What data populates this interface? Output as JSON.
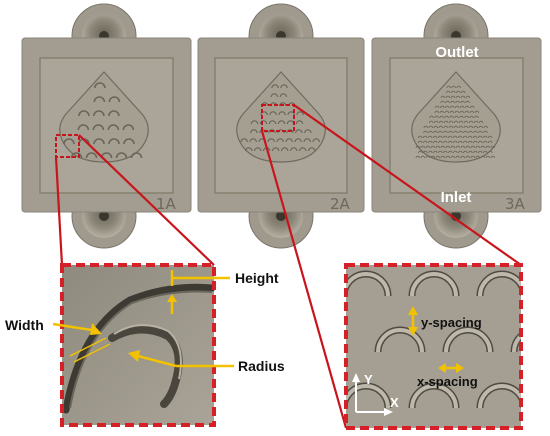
{
  "panels": [
    {
      "label": "1A"
    },
    {
      "label": "2A"
    },
    {
      "label": "3A"
    }
  ],
  "annotations": {
    "outlet": "Outlet",
    "inlet": "Inlet",
    "height": "Height",
    "width": "Width",
    "radius": "Radius",
    "y_spacing": "y-spacing",
    "x_spacing": "x-spacing",
    "axis_y": "Y",
    "axis_x": "X"
  },
  "colors": {
    "device_gray": "#a29d90",
    "device_dark": "#8b867a",
    "highlight_red": "#c8151b",
    "arrow_yellow": "#f2c100",
    "callout_border": "#d61f26"
  },
  "icons": [
    "port-icon",
    "pillar-icon",
    "arrow-icon",
    "axis-icon"
  ]
}
